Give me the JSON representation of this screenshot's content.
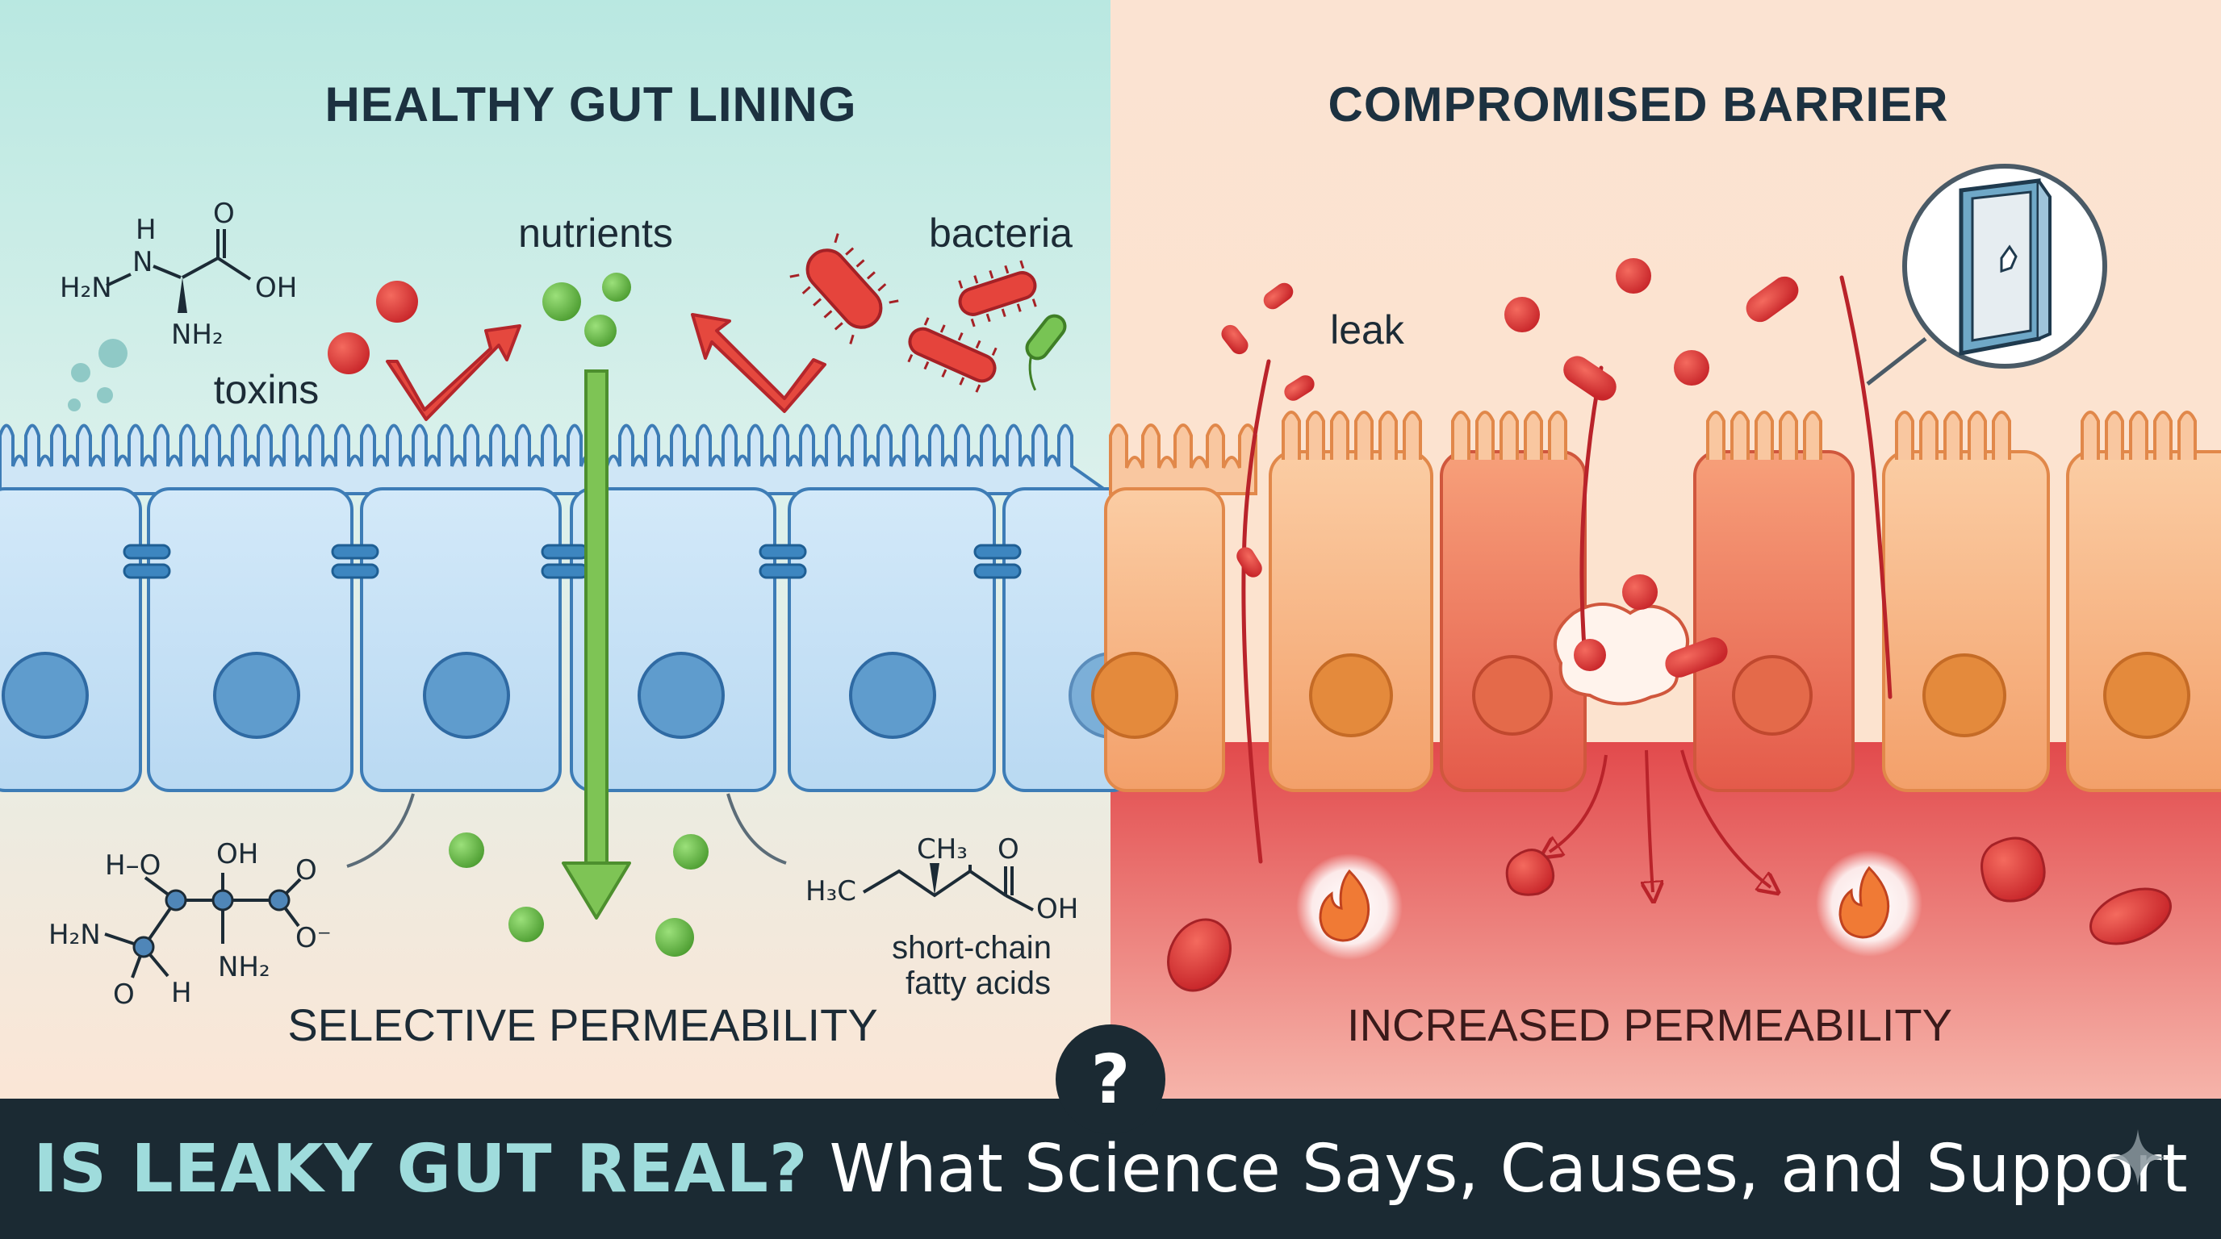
{
  "left_panel": {
    "title": "HEALTHY GUT LINING",
    "caption": "SELECTIVE PERMEABILITY",
    "labels": {
      "nutrients": "nutrients",
      "bacteria": "bacteria",
      "toxins": "toxins",
      "scfa_line1": "short-chain",
      "scfa_line2": "fatty acids"
    }
  },
  "right_panel": {
    "title": "COMPROMISED BARRIER",
    "caption": "INCREASED PERMEABILITY",
    "labels": {
      "leak": "leak"
    }
  },
  "chem_hydrazine": {
    "H": "H",
    "N": "N",
    "H2N": "H₂N",
    "O": "O",
    "OH": "OH",
    "NH2": "NH₂"
  },
  "chem_amino": {
    "HO": "H–O",
    "OH": "OH",
    "O": "O",
    "Ominus": "O⁻",
    "H2N": "H₂N",
    "NH2": "NH₂",
    "O2": "O",
    "H": "H"
  },
  "chem_scfa": {
    "CH3": "CH₃",
    "O": "O",
    "H3C": "H₃C",
    "OH": "OH"
  },
  "question_mark": "?",
  "footer": {
    "title_strong": "IS LEAKY GUT REAL?",
    "title_rest": "What Science Says, Causes, and Support"
  },
  "colors": {
    "left_bg_top": "#b9e8e1",
    "left_bg_bottom": "#fbe6d6",
    "right_bg": "#fce2cf",
    "healthy_cell": "#c5e1f6",
    "healthy_nucleus": "#5f9ccd",
    "compromised_cell": "#f7b789",
    "compromised_nucleus": "#e48a3c",
    "inflamed_base": "#e5474a",
    "nutrient_green": "#6cbf46",
    "bacteria_red": "#e0403c",
    "footer_bg": "#1b2a33",
    "footer_title": "#9fdcdc"
  },
  "icons": [
    "door-magnifier-icon",
    "flame-icon",
    "question-icon",
    "sparkle-icon",
    "tight-junction-icon",
    "arrow-icon"
  ]
}
